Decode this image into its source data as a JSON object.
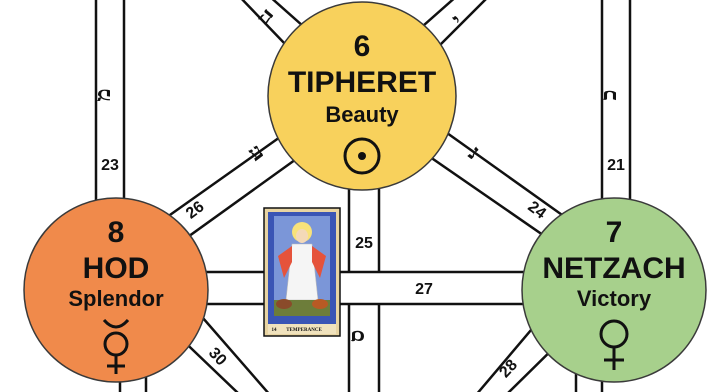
{
  "sephirot": {
    "tiphereth": {
      "number": "6",
      "name": "TIPHERET",
      "meaning": "Beauty",
      "symbol": "sun-symbol",
      "color": "#f8d15c"
    },
    "hod": {
      "number": "8",
      "name": "HOD",
      "meaning": "Splendor",
      "symbol": "mercury-symbol",
      "color": "#f08a4b"
    },
    "netzach": {
      "number": "7",
      "name": "NETZACH",
      "meaning": "Victory",
      "symbol": "venus-symbol",
      "color": "#a7d08c"
    }
  },
  "paths": {
    "p21": {
      "number": "21",
      "letter": "כ"
    },
    "p23": {
      "number": "23",
      "letter": "מ"
    },
    "p24": {
      "number": "24",
      "letter": "נ"
    },
    "p25": {
      "number": "25",
      "letter": "ס"
    },
    "p26": {
      "number": "26",
      "letter": "ע"
    },
    "p27": {
      "number": "27"
    },
    "p28": {
      "number": "28"
    },
    "p30": {
      "number": "30"
    },
    "top_left_letter": "ה",
    "top_right_letter": "י"
  },
  "tarot_card": {
    "caption": "TEMPERANCE",
    "roman": "14",
    "icon": "temperance-card"
  }
}
